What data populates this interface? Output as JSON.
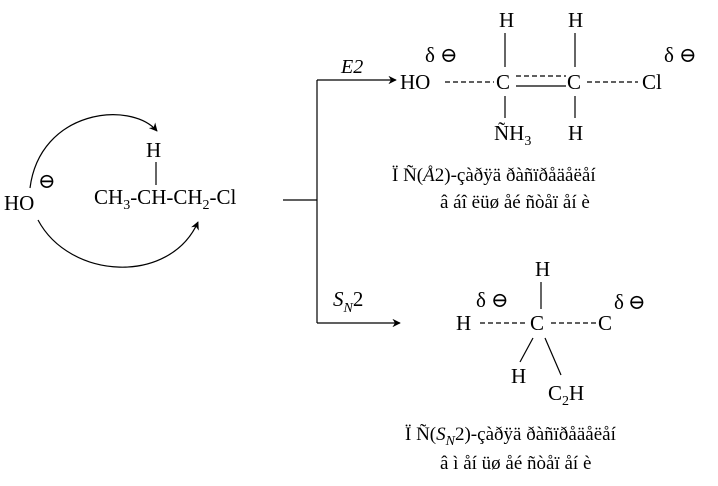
{
  "reactant": {
    "nucleophile_oh": "HO",
    "minus_sign": "⊖",
    "h_atom": "H",
    "ch_a": "CH",
    "sub_3": "3",
    "chain_middle": "-CH-CH",
    "sub_2": "2",
    "cl_tail": "-Cl"
  },
  "e2": {
    "path_label": "E2",
    "delta": "δ",
    "minus": "⊖",
    "ho": "HO",
    "h_top_left": "H",
    "h_top_right": "H",
    "carbon_left": "C",
    "carbon_right": "C",
    "cl": "Cl",
    "nh_left": "Ñ",
    "nh_right": "H",
    "sub_3": "3",
    "h_bottom_right": "H",
    "caption_prefix": "Ï  Ñ(",
    "caption_italic": "Å",
    "caption_rest": "2)-çàðÿä ðàñïðåäåëåí",
    "caption_line2": "â áî ëüø åé ñòåï åí è"
  },
  "sn2": {
    "path_label_s": "S",
    "path_label_n": "N",
    "path_label_2": "2",
    "delta": "δ",
    "minus": "⊖",
    "h_left": "H",
    "h_top": "H",
    "carbon_center": "C",
    "carbon_right": "C",
    "h_bottom_left": "H",
    "c2h_c": "C",
    "c2h_sub": "2",
    "c2h_h": "H",
    "caption_prefix": "Ï  Ñ(",
    "caption_s": "S",
    "caption_n": "N",
    "caption_rest": "2)-çàðÿä ðàñïðåäåëåí",
    "caption_line2": "â ì åí üø åé ñòåï åí è"
  }
}
